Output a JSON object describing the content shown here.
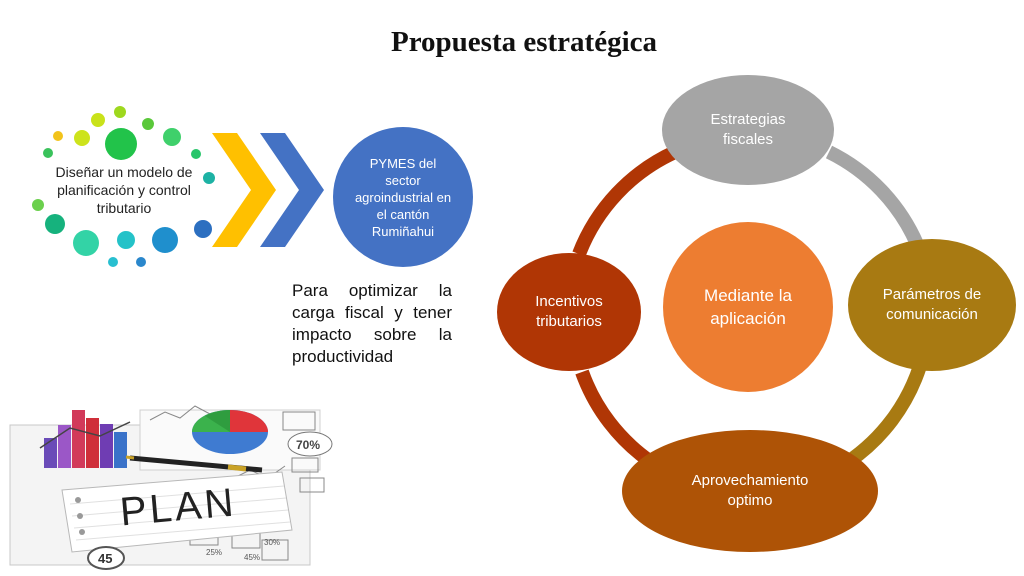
{
  "title": "Propuesta estratégica",
  "left_bubble": {
    "text": "Diseñar un modelo de planificación y control tributario"
  },
  "pymes": {
    "text": "PYMES del sector agroindustrial en el cantón Rumiñahui"
  },
  "paragraph": "Para optimizar la carga fiscal y tener impacto sobre la productividad",
  "cycle": {
    "center": "Mediante la aplicación",
    "nodes": {
      "top": "Estrategias fiscales",
      "right": "Parámetros de comunicación",
      "bottom": "Aprovechamiento optimo",
      "left": "Incentivos tributarios"
    }
  },
  "image": {
    "plan_label": "PLAN",
    "badge_percent": "70%",
    "badge_number": "45",
    "small_labels": [
      "25%",
      "30%",
      "45%"
    ]
  },
  "colors": {
    "blue": "#4472c4",
    "gold": "#ffc000",
    "orange": "#ed7d31",
    "gray": "#a5a5a5",
    "dark_gold": "#a87a12",
    "rust": "#ae5306",
    "red_brown": "#b03605"
  }
}
